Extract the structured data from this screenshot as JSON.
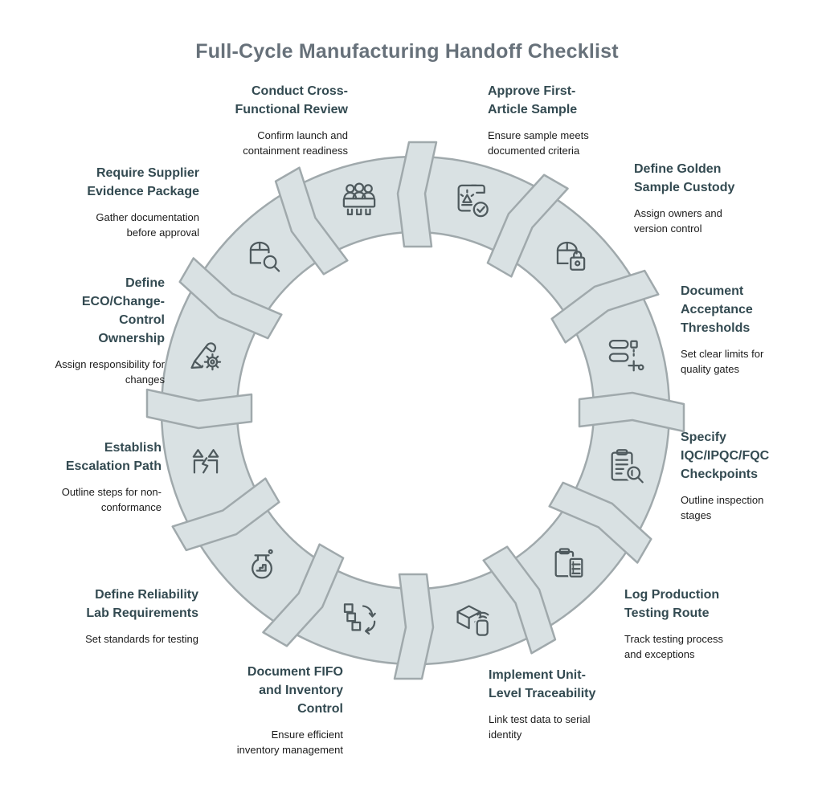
{
  "title": "Full-Cycle Manufacturing Handoff Checklist",
  "colors": {
    "ring_fill": "#d9e1e3",
    "ring_stroke": "#a0a9ac",
    "icon_stroke": "#4f5a5e",
    "item_title": "#334a51",
    "item_desc": "#1b1b1b",
    "main_title": "#67717a"
  },
  "diagram": {
    "type": "circular-process-ring",
    "segments": 12
  },
  "items": [
    {
      "title": "Conduct Cross-\nFunctional Review",
      "desc": "Confirm launch and\ncontainment readiness",
      "icon": "meeting-people-icon"
    },
    {
      "title": "Approve First-\nArticle Sample",
      "desc": "Ensure sample meets\ndocumented criteria",
      "icon": "first-article-check-icon"
    },
    {
      "title": "Define Golden\nSample Custody",
      "desc": "Assign owners and\nversion control",
      "icon": "package-lock-icon"
    },
    {
      "title": "Document\nAcceptance\nThresholds",
      "desc": "Set clear limits for\nquality gates",
      "icon": "clamp-tool-icon"
    },
    {
      "title": "Specify\nIQC/IPQC/FQC\nCheckpoints",
      "desc": "Outline inspection\nstages",
      "icon": "clipboard-magnifier-icon"
    },
    {
      "title": "Log Production\nTesting Route",
      "desc": "Track testing process\nand exceptions",
      "icon": "clipboard-battery-icon"
    },
    {
      "title": "Implement Unit-\nLevel Traceability",
      "desc": "Link test data to serial\nidentity",
      "icon": "package-scanner-icon"
    },
    {
      "title": "Document FIFO\nand Inventory\nControl",
      "desc": "Ensure efficient\ninventory management",
      "icon": "boxes-cycle-icon"
    },
    {
      "title": "Define Reliability\nLab Requirements",
      "desc": "Set standards for testing",
      "icon": "lab-flask-icon"
    },
    {
      "title": "Establish\nEscalation Path",
      "desc": "Outline steps for non-\nconformance",
      "icon": "escalation-arrows-icon"
    },
    {
      "title": "Define\nECO/Change-\nControl\nOwnership",
      "desc": "Assign responsibility for\nchanges",
      "icon": "pencil-gear-icon"
    },
    {
      "title": "Require Supplier\nEvidence Package",
      "desc": "Gather documentation\nbefore approval",
      "icon": "package-magnifier-icon"
    }
  ]
}
